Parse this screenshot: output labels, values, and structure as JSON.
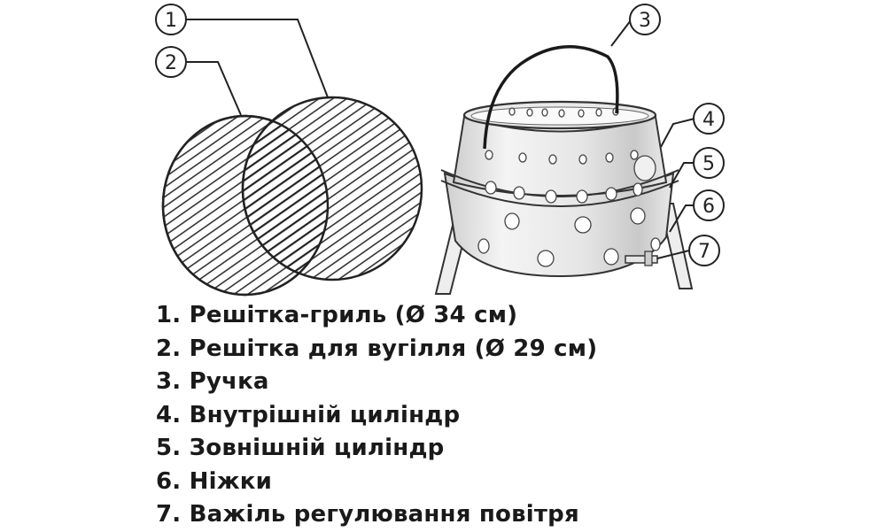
{
  "callouts": [
    "1",
    "2",
    "3",
    "4",
    "5",
    "6",
    "7"
  ],
  "legend": [
    "1. Решітка-гриль (Ø 34 см)",
    "2. Решітка для вугілля (Ø 29 см)",
    "3. Ручка",
    "4. Внутрішній циліндр",
    "5. Зовнішній циліндр",
    "6. Ніжки",
    "7. Важіль регулювання повітря"
  ],
  "colors": {
    "line": "#222222",
    "metal_light": "#f2f2f2",
    "metal_mid": "#d9d9d9",
    "hole": "#ffffff"
  }
}
